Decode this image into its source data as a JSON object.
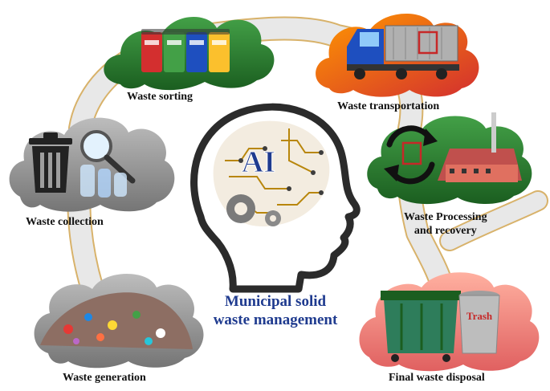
{
  "center": {
    "title_line1": "Municipal solid",
    "title_line2": "waste management",
    "brain_badge": "AI"
  },
  "stages": {
    "sorting": "Waste sorting",
    "transportation": "Waste transportation",
    "collection": "Waste collection",
    "processing_line1": "Waste Processing",
    "processing_line2": "and recovery",
    "generation": "Waste generation",
    "disposal": "Final waste disposal"
  },
  "trash_label": "Trash",
  "colors": {
    "cycle_path": "#e6e6e6",
    "cycle_path_edge": "#d8b26a",
    "cloud_sorting": "#2e7d32",
    "cloud_transport": "#e53935",
    "cloud_collection": "#9e9e9e",
    "cloud_processing": "#2e7d32",
    "cloud_generation": "#9e9e9e",
    "cloud_disposal": "#e57373",
    "title_blue": "#1f3b8f"
  },
  "icons": [
    "recycle-bins",
    "truck-icon",
    "trash-can-icon",
    "recycle-arrows-icon",
    "factory",
    "dumpster",
    "brain-circuit"
  ]
}
